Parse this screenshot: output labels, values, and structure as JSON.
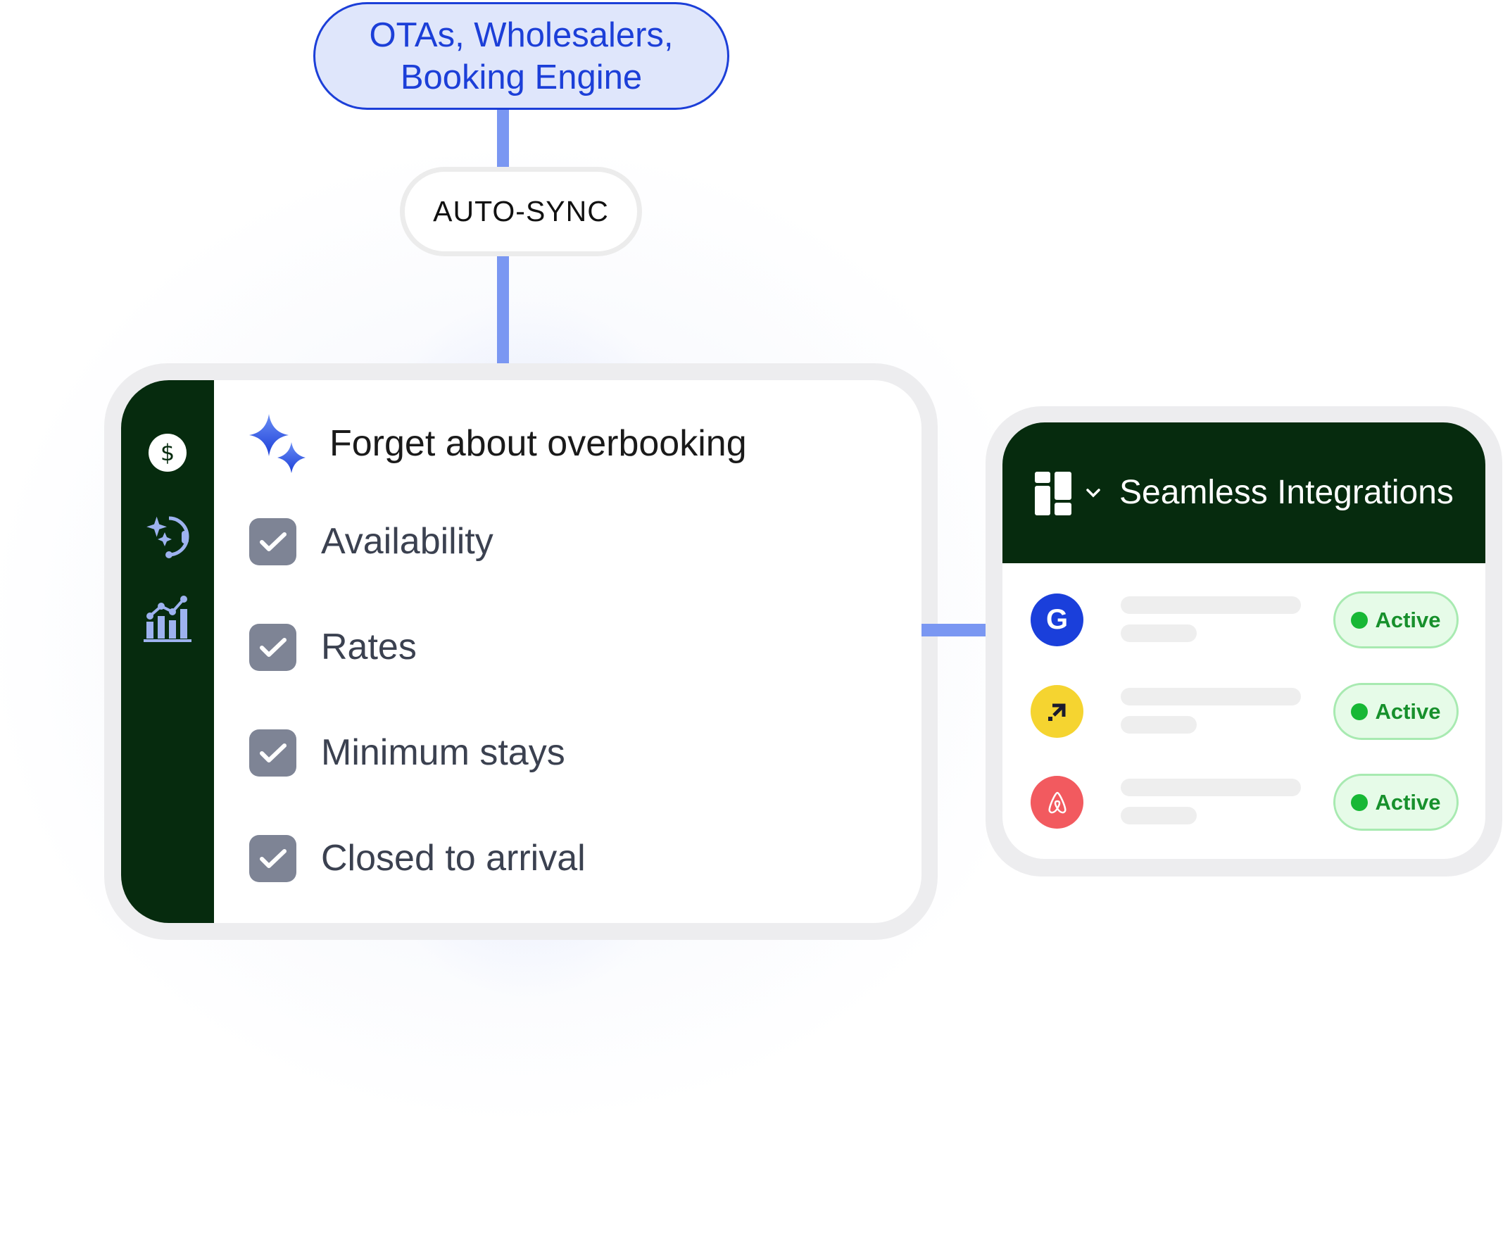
{
  "source_label": "OTAs, Wholesalers, Booking Engine",
  "sync_label": "AUTO-SYNC",
  "main_card": {
    "title": "Forget about overbooking",
    "sidebar_icons": [
      "dollar-icon",
      "support-sparkle-icon",
      "analytics-chart-icon"
    ],
    "items": [
      {
        "label": "Availability",
        "checked": true
      },
      {
        "label": "Rates",
        "checked": true
      },
      {
        "label": "Minimum stays",
        "checked": true
      },
      {
        "label": "Closed to arrival",
        "checked": true
      }
    ]
  },
  "integrations": {
    "title": "Seamless Integrations",
    "rows": [
      {
        "logo": "google-icon",
        "color": "#1a3fdb",
        "status": "Active"
      },
      {
        "logo": "expedia-icon",
        "color": "#f5d430",
        "status": "Active"
      },
      {
        "logo": "airbnb-icon",
        "color": "#f25a5f",
        "status": "Active"
      }
    ]
  },
  "colors": {
    "dark_green": "#062b0e",
    "accent_blue": "#1c3fd8",
    "line_blue": "#7a97f2",
    "active_green": "#17902c"
  }
}
